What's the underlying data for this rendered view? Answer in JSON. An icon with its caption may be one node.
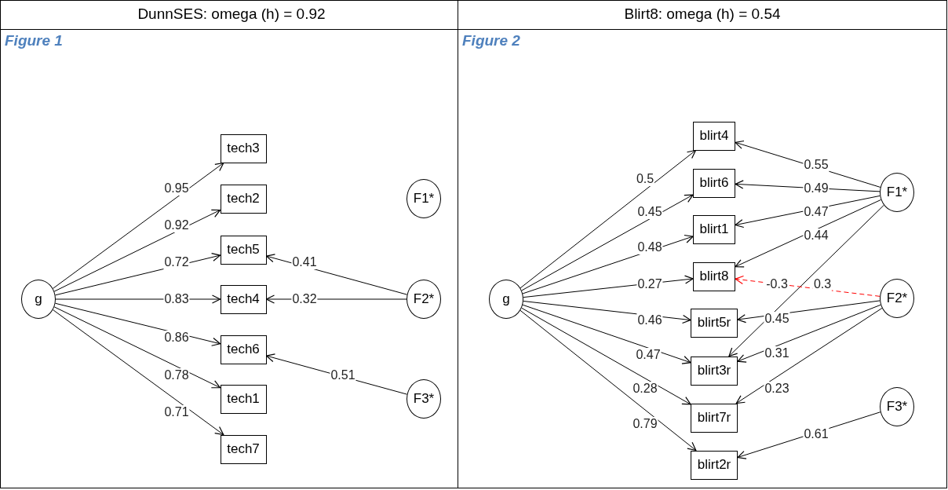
{
  "diagram": {
    "nodes": [
      {
        "text": [
          "g"
        ]
      },
      {
        "text": [
          "tech3"
        ]
      },
      {
        "text": [
          "tech2"
        ]
      },
      {
        "text": [
          "tech5"
        ]
      },
      {
        "text": [
          "tech4"
        ]
      },
      {
        "text": [
          "tech6"
        ]
      },
      {
        "text": [
          "tech1"
        ]
      },
      {
        "text": [
          "tech7"
        ]
      },
      {
        "text": [
          "F1*"
        ]
      },
      {
        "text": [
          "F2*"
        ]
      },
      {
        "text": [
          "F3*"
        ]
      },
      {
        "text": [
          "g"
        ]
      },
      {
        "text": [
          "blirt4"
        ]
      },
      {
        "text": [
          "blirt6"
        ]
      },
      {
        "text": [
          "blirt1"
        ]
      },
      {
        "text": [
          "blirt8"
        ]
      },
      {
        "text": [
          "blirt5r"
        ]
      },
      {
        "text": [
          "blirt3r"
        ]
      },
      {
        "text": [
          "blirt7r"
        ]
      },
      {
        "text": [
          "blirt2r"
        ]
      },
      {
        "text": [
          "F1*"
        ]
      },
      {
        "text": [
          "F2*"
        ]
      },
      {
        "text": [
          "F3*"
        ]
      }
    ],
    "edges": [
      {
        "from": 0,
        "to": 1,
        "arrow": "to",
        "label": "0.95"
      },
      {
        "from": 0,
        "to": 2,
        "arrow": "to",
        "label": "0.92"
      },
      {
        "from": 0,
        "to": 3,
        "arrow": "to",
        "label": "0.72"
      },
      {
        "from": 0,
        "to": 4,
        "arrow": "to",
        "label": "0.83"
      },
      {
        "from": 0,
        "to": 5,
        "arrow": "to",
        "label": "0.86"
      },
      {
        "from": 0,
        "to": 6,
        "arrow": "to",
        "label": "0.78"
      },
      {
        "from": 0,
        "to": 7,
        "arrow": "to",
        "label": "0.71"
      },
      {
        "from": 9,
        "to": 3,
        "arrow": "to",
        "label": "0.41"
      },
      {
        "from": 9,
        "to": 4,
        "arrow": "to",
        "label": "0.32"
      },
      {
        "from": 10,
        "to": 5,
        "arrow": "to",
        "label": "0.51"
      },
      {
        "from": 11,
        "to": 12,
        "arrow": "to",
        "label": "0.5"
      },
      {
        "from": 11,
        "to": 13,
        "arrow": "to",
        "label": "0.45"
      },
      {
        "from": 11,
        "to": 14,
        "arrow": "to",
        "label": "0.48"
      },
      {
        "from": 11,
        "to": 15,
        "arrow": "to",
        "label": "0.27"
      },
      {
        "from": 11,
        "to": 16,
        "arrow": "to",
        "label": "0.46"
      },
      {
        "from": 11,
        "to": 17,
        "arrow": "to",
        "label": "0.47"
      },
      {
        "from": 11,
        "to": 18,
        "arrow": "to",
        "label": "0.28"
      },
      {
        "from": 11,
        "to": 19,
        "arrow": "to",
        "label": "0.79"
      },
      {
        "from": 20,
        "to": 12,
        "arrow": "to",
        "label": "0.55"
      },
      {
        "from": 20,
        "to": 13,
        "arrow": "to",
        "label": "0.49"
      },
      {
        "from": 20,
        "to": 14,
        "arrow": "to",
        "label": "0.47"
      },
      {
        "from": 20,
        "to": 15,
        "arrow": "to",
        "label": "0.44"
      },
      {
        "from": 20,
        "to": 17,
        "arrow": "to",
        "label": "0.3"
      },
      {
        "from": 21,
        "to": 15,
        "arrow": "to",
        "label": "-0.3",
        "style": "dashed",
        "color": "#ff0000"
      },
      {
        "from": 21,
        "to": 16,
        "arrow": "to",
        "label": "0.45"
      },
      {
        "from": 21,
        "to": 17,
        "arrow": "to",
        "label": "0.31"
      },
      {
        "from": 21,
        "to": 18,
        "arrow": "to",
        "label": "0.23"
      },
      {
        "from": 22,
        "to": 19,
        "arrow": "to",
        "label": "0.61"
      }
    ],
    "labels": [
      "DunnSES: omega (h) = 0.92",
      "Blirt8: omega (h) = 0.54",
      "Figure 1",
      "Figure 2"
    ]
  }
}
